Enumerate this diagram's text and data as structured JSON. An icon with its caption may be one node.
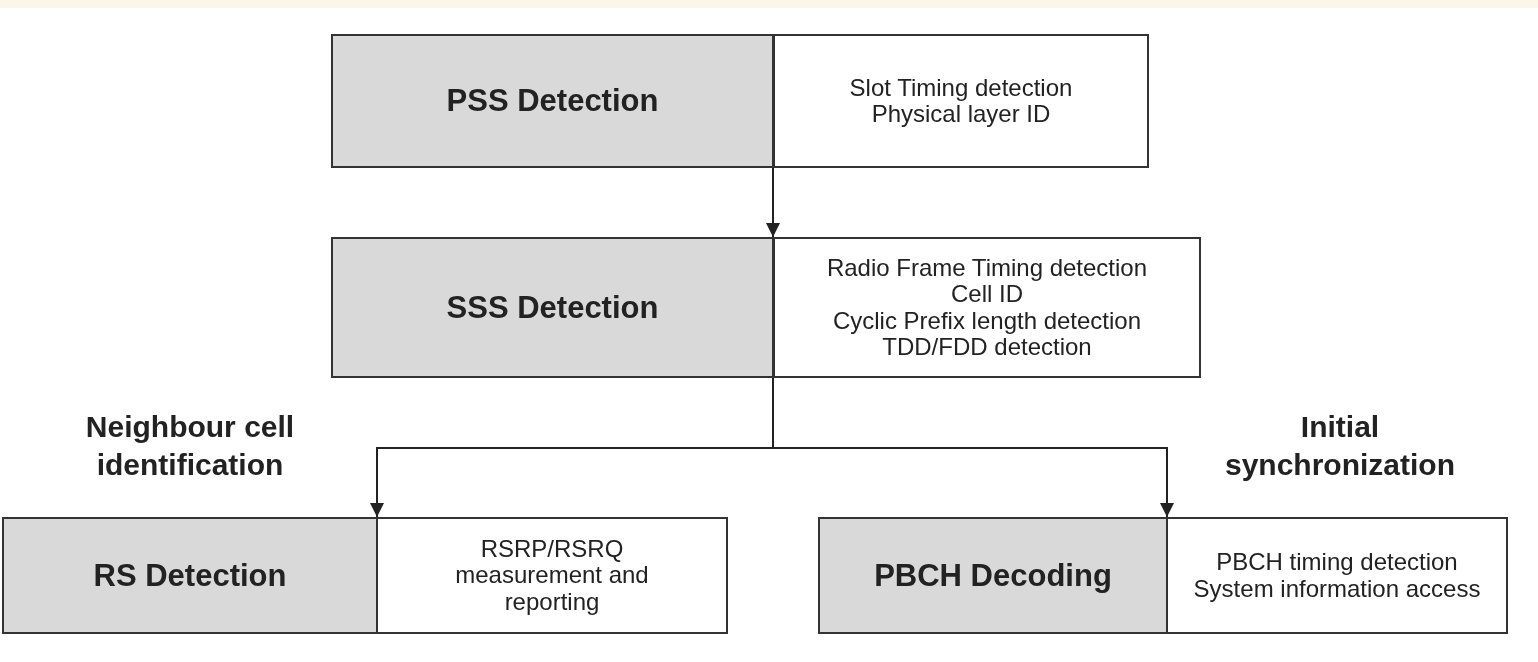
{
  "diagram": {
    "nodes": [
      {
        "text": [
          "PSS Detection"
        ]
      },
      {
        "text": [
          "Slot Timing detection",
          "Physical layer ID"
        ]
      },
      {
        "text": [
          "SSS Detection"
        ]
      },
      {
        "text": [
          "Radio Frame Timing detection",
          "Cell ID",
          "Cyclic Prefix length detection",
          "TDD/FDD detection"
        ]
      },
      {
        "text": [
          "RS Detection"
        ]
      },
      {
        "text": [
          "RSRP/RSRQ measurement and reporting"
        ]
      },
      {
        "text": [
          "PBCH Decoding"
        ]
      },
      {
        "text": [
          "PBCH timing detection",
          "System information access"
        ]
      }
    ],
    "edges": [
      {
        "from": 0,
        "to": 2,
        "arrow": "to"
      },
      {
        "from": 2,
        "to": 4,
        "arrow": "to"
      },
      {
        "from": 2,
        "to": 6,
        "arrow": "to"
      }
    ],
    "labels": [
      "Neighbour cell identification",
      "Initial synchronization"
    ]
  }
}
